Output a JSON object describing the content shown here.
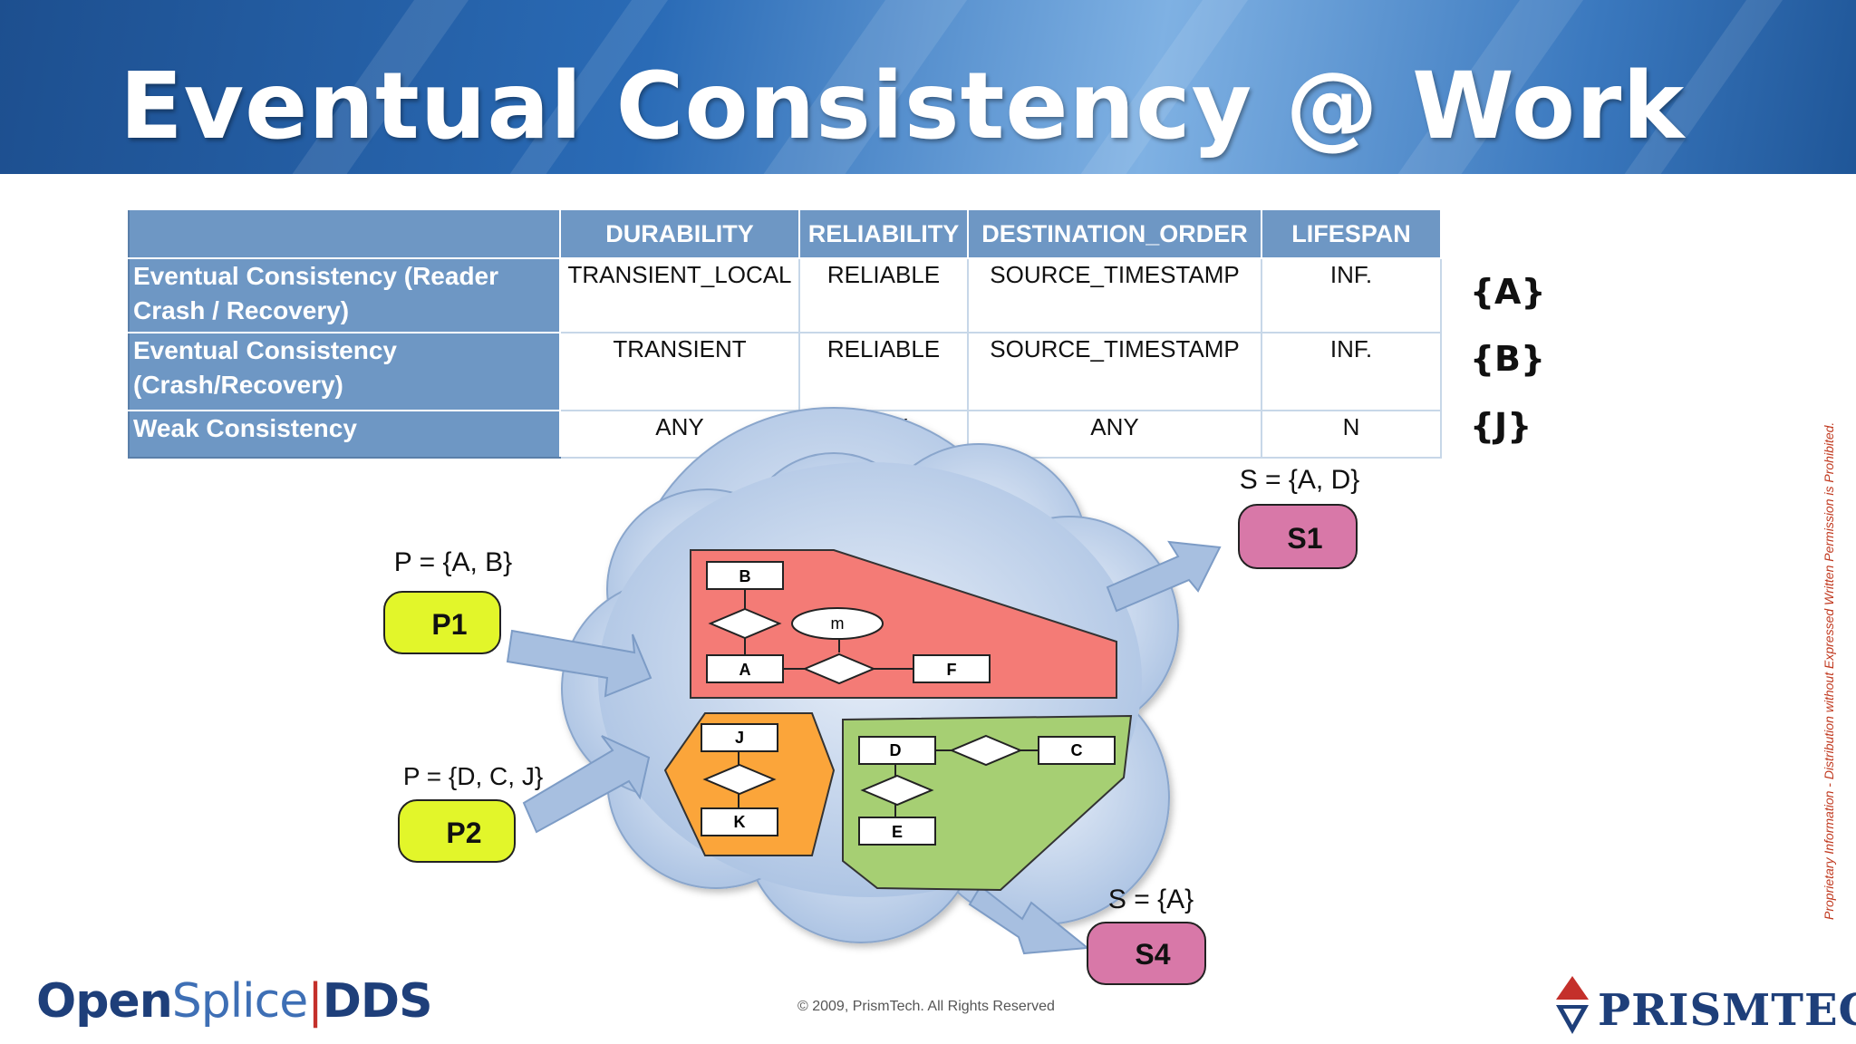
{
  "slide": {
    "title": "Eventual Consistency @ Work",
    "copyright": "© 2009, PrismTech. All Rights Reserved",
    "side_note": "Proprietary Information - Distribution without Expressed Written Permission is Prohibited."
  },
  "table": {
    "headers": [
      "",
      "DURABILITY",
      "RELIABILITY",
      "DESTINATION_ORDER",
      "LIFESPAN"
    ],
    "rows": [
      {
        "label": "Eventual Consistency (Reader Crash / Recovery)",
        "durability": "TRANSIENT_LOCAL",
        "reliability": "RELIABLE",
        "destination_order": "SOURCE_TIMESTAMP",
        "lifespan": "INF.",
        "tag": "{A}"
      },
      {
        "label": "Eventual Consistency (Crash/Recovery)",
        "durability": "TRANSIENT",
        "reliability": "RELIABLE",
        "destination_order": "SOURCE_TIMESTAMP",
        "lifespan": "INF.",
        "tag": "{B}"
      },
      {
        "label": "Weak Consistency",
        "durability": "ANY",
        "reliability": "ANY",
        "destination_order": "ANY",
        "lifespan": "N",
        "tag": "{J}"
      }
    ]
  },
  "diagram": {
    "publishers": [
      {
        "name": "P1",
        "set_label": "P = {A, B}"
      },
      {
        "name": "P2",
        "set_label": "P = {D, C, J}"
      }
    ],
    "subscribers": [
      {
        "name": "S1",
        "set_label": "S = {A, D}"
      },
      {
        "name": "S4",
        "set_label": "S = {A}"
      }
    ],
    "red_group": {
      "nodes": [
        "B",
        "A",
        "F"
      ],
      "ellipse": "m"
    },
    "orange_group": {
      "nodes": [
        "J",
        "K"
      ]
    },
    "green_group": {
      "nodes": [
        "D",
        "C",
        "E"
      ]
    },
    "colors": {
      "publisher": "#e2f62a",
      "subscriber": "#d878a8",
      "red": "#f47b76",
      "orange": "#fba53a",
      "green": "#a6cf73",
      "cloud": "#b9cde8",
      "arrow": "#a7bfe0"
    }
  },
  "logos": {
    "openspliced_open": "Open",
    "openspliced_splice": "Splice",
    "openspliced_sep": "|",
    "openspliced_dds": "DDS",
    "prismtech": "PRISMTECH"
  }
}
